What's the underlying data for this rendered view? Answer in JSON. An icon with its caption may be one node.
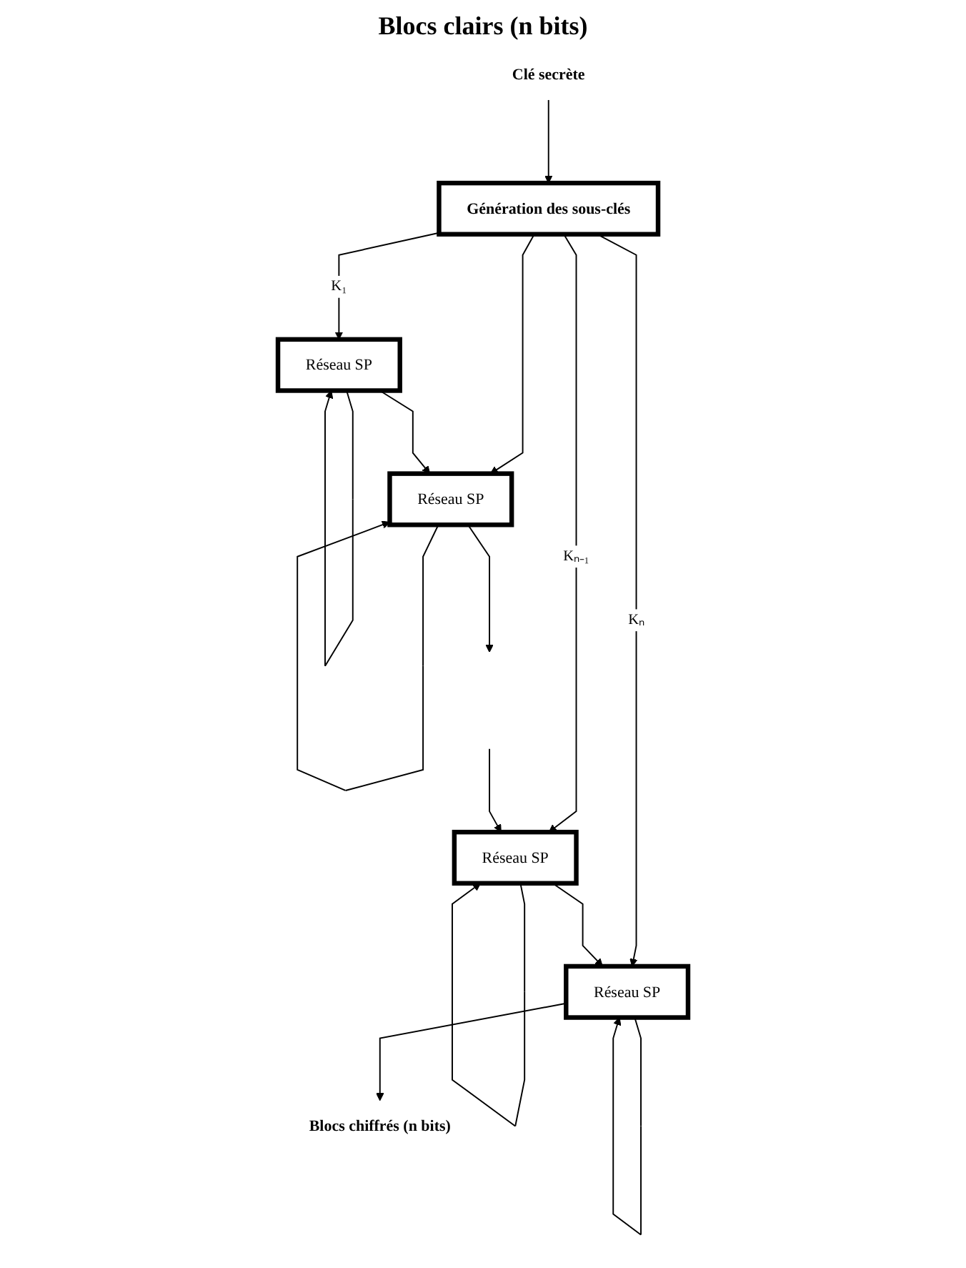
{
  "diagram": {
    "nodes": [
      {
        "text": [
          "Clé secrète"
        ]
      },
      {
        "text": [
          "Génération des sous-clés"
        ]
      },
      {
        "text": [
          "Réseau SP"
        ]
      },
      {
        "text": [
          "Réseau SP"
        ]
      },
      {
        "text": [
          "Réseau SP"
        ]
      },
      {
        "text": [
          "Réseau SP"
        ]
      },
      {
        "text": [
          "Blocs chiffrés (n bits)"
        ]
      }
    ],
    "edges": [
      {
        "from": 0,
        "to": 1,
        "arrow": "to"
      },
      {
        "from": 1,
        "to": 2,
        "arrow": "to",
        "label": "K₁"
      },
      {
        "from": 2,
        "to": 2,
        "arrow": "to"
      },
      {
        "from": 1,
        "to": 3,
        "arrow": "to"
      },
      {
        "from": 3,
        "to": 3,
        "arrow": "to"
      },
      {
        "from": 2,
        "to": 3,
        "arrow": "to"
      },
      {
        "from": 3,
        "to": null,
        "arrow": "to"
      },
      {
        "from": 1,
        "to": 4,
        "arrow": "to",
        "label": "Kₙ₋₁"
      },
      {
        "from": 4,
        "to": 4,
        "arrow": "to"
      },
      {
        "from": null,
        "to": 4,
        "arrow": "to"
      },
      {
        "from": 1,
        "to": 5,
        "arrow": "to",
        "label": "Kₙ"
      },
      {
        "from": 5,
        "to": 5,
        "arrow": "to"
      },
      {
        "from": 4,
        "to": 5,
        "arrow": "to"
      },
      {
        "from": 5,
        "to": 6,
        "arrow": "to"
      }
    ],
    "labels": [
      "Blocs clairs (n bits)"
    ]
  }
}
